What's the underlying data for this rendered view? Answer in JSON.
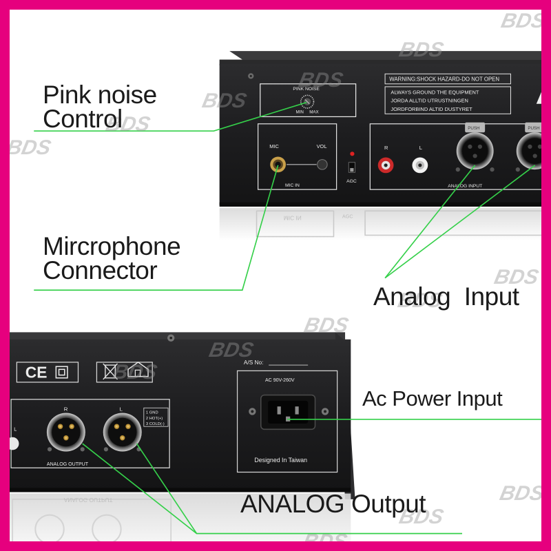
{
  "watermark": "BDS",
  "callouts": {
    "pink_noise_line1": "Pink noise",
    "pink_noise_line2": "Control",
    "mic_line1": "Mircrophone",
    "mic_line2": "Connector",
    "analog_input": "Analog  Input",
    "ac_power": "Ac Power Input",
    "analog_output": "ANALOG Output"
  },
  "panel_top": {
    "pink_noise": "PINK NOISE",
    "min": "MIN",
    "max": "MAX",
    "warning_title": "WARNING:SHOCK HAZARD-DO NOT OPEN",
    "warning_line1": "ALWAYS GROUND THE EQUIPMENT",
    "warning_line2": "JORDA ALLTID UTRUSTNINGEN",
    "warning_line3": "JORDFORBIND ALTID DUSTYRET",
    "mic": "MIC",
    "vol": "VOL",
    "mic_in": "MIC IN",
    "agc": "AGC",
    "ch_r": "R",
    "ch_l": "L",
    "analog_input": "ANALOG INPUT",
    "push": "PUSH"
  },
  "panel_bottom": {
    "ce": "CE",
    "as_no": "A/S  No:",
    "ac_rating": "AC 90V-260V",
    "designed_in": "Designed In Taiwan",
    "ch_r": "R",
    "ch_l": "L",
    "ch_l_edge": "L",
    "pin1": "1 GND",
    "pin2": "2 HOT(+)",
    "pin3": "3 COLD(-)",
    "analog_output": "ANALOG OUTPUT"
  },
  "colors": {
    "frame": "#e6007e",
    "leader": "#35d04a",
    "chassis": "#1d1d1f"
  }
}
